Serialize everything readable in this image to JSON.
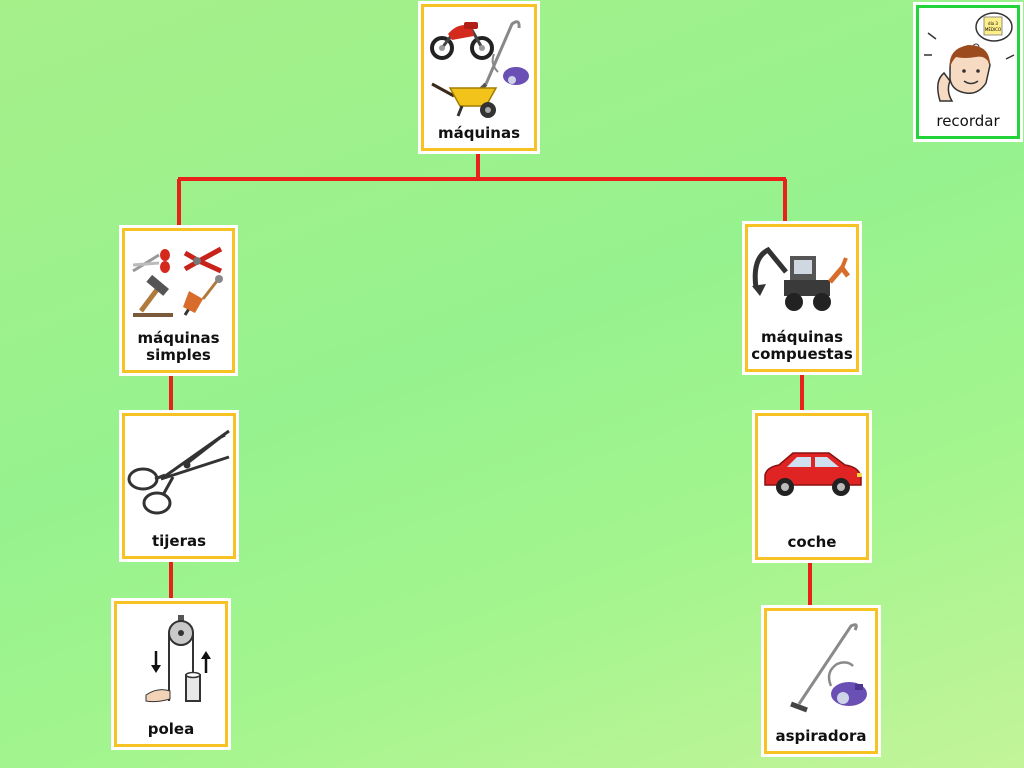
{
  "nodes": {
    "root": {
      "label": "máquinas"
    },
    "simple": {
      "label": "máquinas\nsimples"
    },
    "compound": {
      "label": "máquinas\ncompuestas"
    },
    "scissors": {
      "label": "tijeras"
    },
    "pulley": {
      "label": "polea"
    },
    "car": {
      "label": "coche"
    },
    "vacuum": {
      "label": "aspiradora"
    }
  },
  "recordar": {
    "label": "recordar",
    "note_text": "día 3 MÉDICO"
  },
  "colors": {
    "connector": "#e8221a",
    "card_border": "#f6c224",
    "recordar_border": "#22d33a"
  }
}
